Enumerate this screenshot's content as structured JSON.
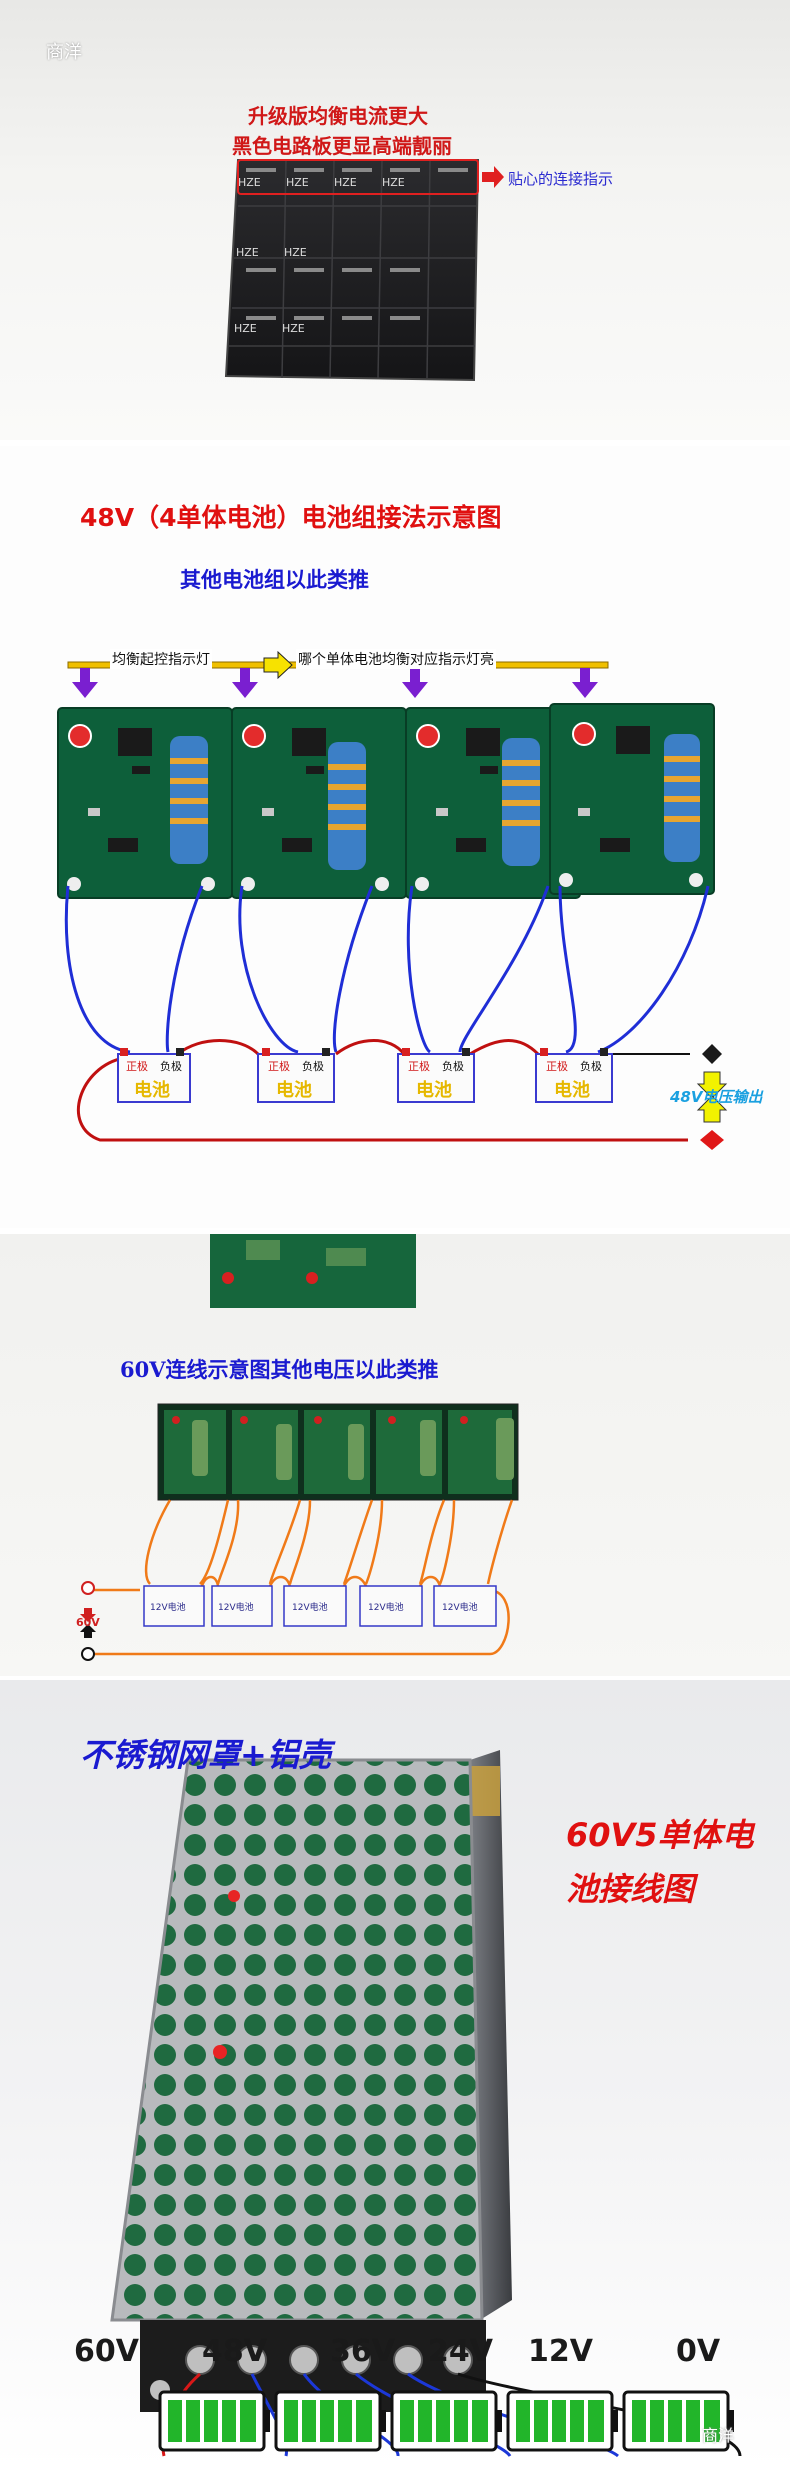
{
  "watermark": "商洋",
  "watermark_bottom": "商洋",
  "panel1": {
    "title_line1": "升级版均衡电流更大",
    "title_line2": "黑色电路板更显高端靓丽",
    "board_label": "HZE",
    "arrow_note": "贴心的连接指示"
  },
  "panel2": {
    "title": "48V（4单体电池）电池组接法示意图",
    "subtitle": "其他电池组以此类推",
    "indicator_left": "均衡起控指示灯",
    "indicator_right": "哪个单体电池均衡对应指示灯亮",
    "pos_label": "正极",
    "neg_label": "负极",
    "battery_label": "电池",
    "output_label": "48V电压输出"
  },
  "panel3": {
    "title": "60V连线示意图其他电压以此类推",
    "battery_label": "12V电池",
    "volt_label": "60V"
  },
  "panel4": {
    "title_left": "不锈钢网罩+铝壳",
    "title_right_line1": "60V5单体电",
    "title_right_line2": "池接线图",
    "voltages": [
      "60V",
      "48V",
      "36V",
      "24V",
      "12V",
      "0V"
    ],
    "colors": {
      "battery_green": "#22b52a",
      "wire_blue": "#1c38d8",
      "wire_red": "#d81818"
    }
  }
}
